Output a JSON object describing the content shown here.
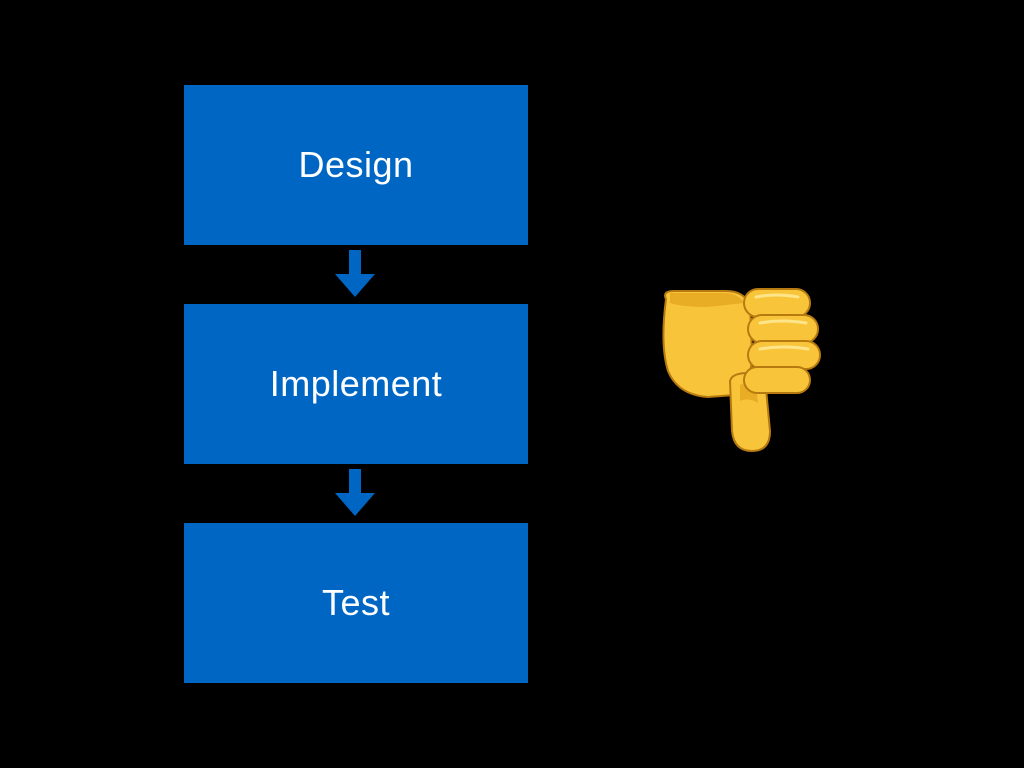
{
  "diagram": {
    "stages": [
      {
        "label": "Design"
      },
      {
        "label": "Implement"
      },
      {
        "label": "Test"
      }
    ],
    "connectors": [
      "arrow-down-icon",
      "arrow-down-icon"
    ],
    "reaction_icon": "thumbs-down-icon"
  },
  "colors": {
    "background": "#000000",
    "stage_fill": "#0066c4",
    "stage_text": "#ffffff",
    "arrow": "#0066c4",
    "thumb_fill": "#f8c53a",
    "thumb_shade": "#e2a21c",
    "thumb_outline": "#b77a10"
  }
}
